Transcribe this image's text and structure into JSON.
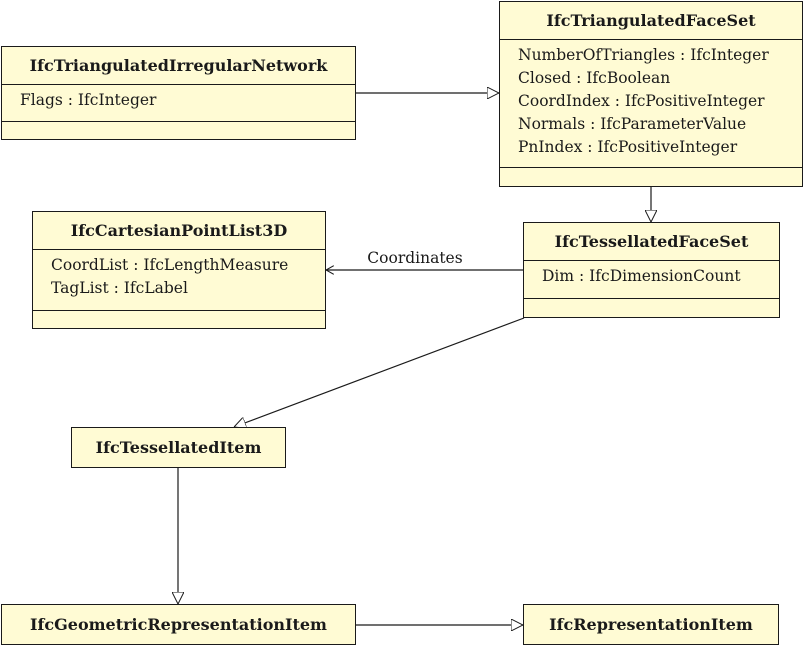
{
  "classes": {
    "triangulated_irregular_network": {
      "name": "IfcTriangulatedIrregularNetwork",
      "attributes": [
        "Flags : IfcInteger"
      ]
    },
    "triangulated_face_set": {
      "name": "IfcTriangulatedFaceSet",
      "attributes": [
        "NumberOfTriangles : IfcInteger",
        "Closed : IfcBoolean",
        "CoordIndex : IfcPositiveInteger",
        "Normals : IfcParameterValue",
        "PnIndex : IfcPositiveInteger"
      ]
    },
    "cartesian_point_list_3d": {
      "name": "IfcCartesianPointList3D",
      "attributes": [
        "CoordList : IfcLengthMeasure",
        "TagList : IfcLabel"
      ]
    },
    "tessellated_face_set": {
      "name": "IfcTessellatedFaceSet",
      "attributes": [
        "Dim : IfcDimensionCount"
      ]
    },
    "tessellated_item": {
      "name": "IfcTessellatedItem"
    },
    "geometric_representation_item": {
      "name": "IfcGeometricRepresentationItem"
    },
    "representation_item": {
      "name": "IfcRepresentationItem"
    }
  },
  "relations": {
    "coordinates_label": "Coordinates"
  },
  "colors": {
    "class_fill": "#fffbd4",
    "stroke": "#1a1a1a"
  }
}
